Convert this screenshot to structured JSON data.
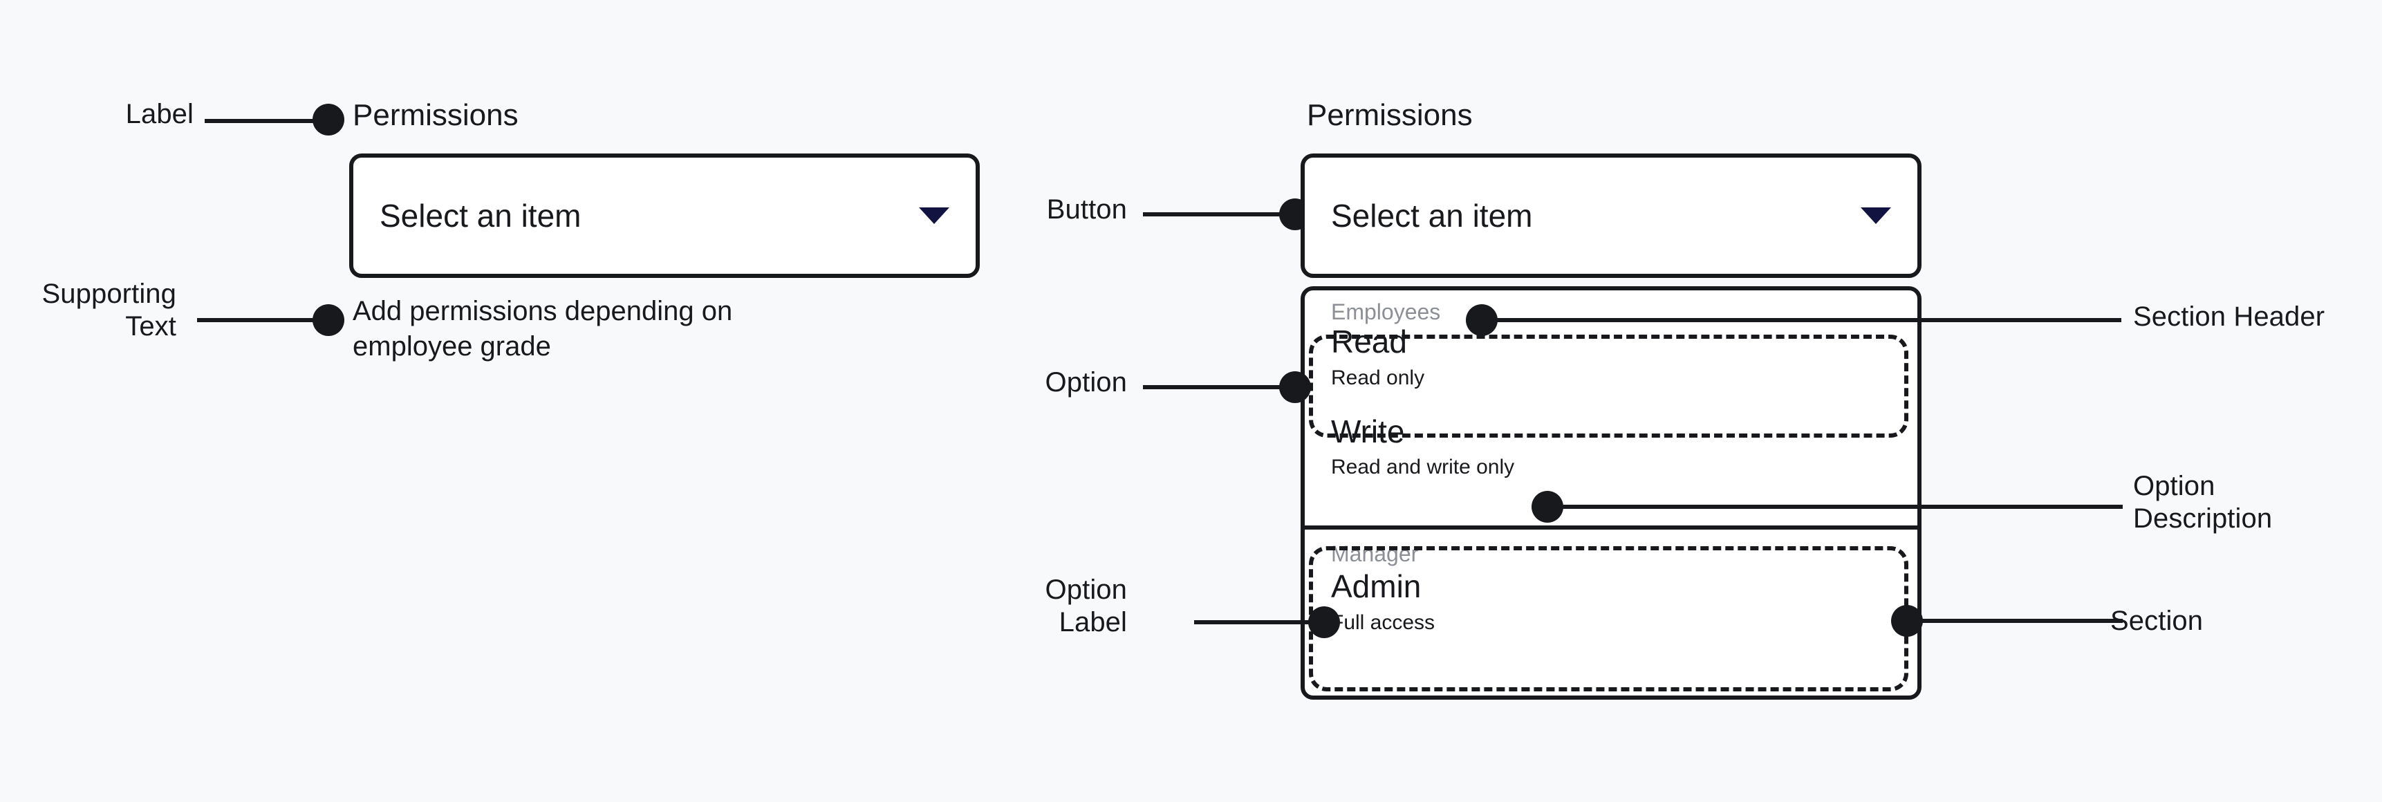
{
  "canvas": {
    "background_color": "#f7f9fb",
    "ink_color": "#17191c",
    "muted_color": "#8c9096",
    "accent_color": "#131341"
  },
  "left_specimen": {
    "field_label": "Permissions",
    "select": {
      "value": "Select an item",
      "caret_icon": "chevron-down-icon"
    },
    "supporting_text": "Add permissions depending on\nemployee grade"
  },
  "left_annotations": [
    {
      "name": "label",
      "text": "Label"
    },
    {
      "name": "supporting-text",
      "text": "Supporting\nText"
    }
  ],
  "right_specimen": {
    "field_label": "Permissions",
    "button": {
      "value": "Select an item",
      "caret_icon": "chevron-down-icon"
    },
    "menu": {
      "sections": [
        {
          "header": "Employees",
          "options": [
            {
              "label": "Read",
              "description": "Read only"
            },
            {
              "label": "Write",
              "description": "Read and write only"
            }
          ]
        },
        {
          "header": "Manager",
          "options": [
            {
              "label": "Admin",
              "description": "Full access"
            }
          ]
        }
      ]
    }
  },
  "right_annotations": {
    "left_side": [
      {
        "name": "button",
        "text": "Button"
      },
      {
        "name": "option",
        "text": "Option"
      },
      {
        "name": "option-label",
        "text": "Option\nLabel"
      }
    ],
    "right_side": [
      {
        "name": "section-header",
        "text": "Section Header"
      },
      {
        "name": "option-description",
        "text": "Option\nDescription"
      },
      {
        "name": "section",
        "text": "Section"
      }
    ]
  }
}
